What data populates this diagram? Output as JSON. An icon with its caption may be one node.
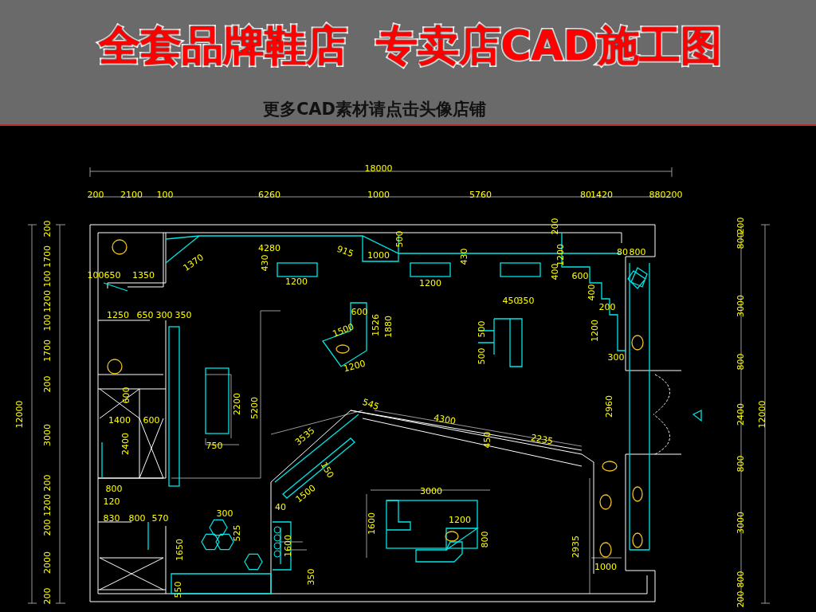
{
  "diagram": {
    "title": "全套品牌鞋店  专卖店CAD施工图",
    "caption": "更多CAD素材请点击头像店铺",
    "labels": [
      "18000",
      "200",
      "2100",
      "100",
      "6260",
      "1000",
      "5760",
      "80",
      "1420",
      "880",
      "200",
      "200",
      "1700",
      "100",
      "1200",
      "100",
      "1700",
      "200",
      "3000",
      "200",
      "1200",
      "200",
      "2000",
      "200",
      "12000",
      "200",
      "800",
      "3000",
      "800",
      "2400",
      "800",
      "3000",
      "800",
      "200",
      "12000",
      "100",
      "650",
      "1350",
      "1370",
      "4280",
      "430",
      "1200",
      "915",
      "1000",
      "500",
      "430",
      "1200",
      "200",
      "1200",
      "400",
      "600",
      "400",
      "200",
      "1200",
      "300",
      "80",
      "800",
      "1250",
      "650",
      "300",
      "350",
      "600",
      "1500",
      "1526",
      "1880",
      "1200",
      "450",
      "350",
      "500",
      "500",
      "600",
      "1400",
      "600",
      "2200",
      "5200",
      "750",
      "2400",
      "800",
      "120",
      "3535",
      "545",
      "4300",
      "450",
      "2235",
      "2960",
      "150",
      "1500",
      "40",
      "830",
      "800",
      "570",
      "300",
      "525",
      "1650",
      "1600",
      "3000",
      "1600",
      "1200",
      "800",
      "2935",
      "550",
      "350",
      "1000"
    ]
  }
}
